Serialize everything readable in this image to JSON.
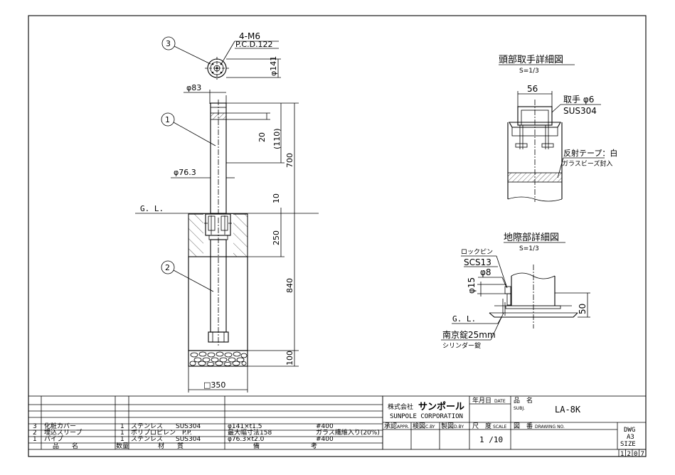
{
  "main_view": {
    "callout_1": "1",
    "callout_2": "2",
    "callout_3": "3",
    "bolt_label": "4-M6",
    "pcd_label": "P.C.D.122",
    "top_diameter": "φ141",
    "cap_diameter": "φ83",
    "pipe_diameter": "φ76.3",
    "dim_20": "20",
    "dim_110": "(110)",
    "dim_700": "700",
    "dim_10": "10",
    "dim_250": "250",
    "dim_840": "840",
    "dim_100": "100",
    "ground_label": "G. L.",
    "base_width": "□350"
  },
  "head_detail": {
    "title": "頭部取手詳細図",
    "scale": "S=1/3",
    "dim_56": "56",
    "handle_label": "取手 φ6",
    "handle_material": "SUS304",
    "tape_label": "反射テープ：白",
    "tape_note": "ガラスビーズ封入"
  },
  "ground_detail": {
    "title": "地際部詳細図",
    "scale": "S=1/3",
    "lockpin_label": "ロックピン",
    "lockpin_material": "SCS13",
    "dim_8": "φ8",
    "dim_15": "φ15",
    "ground_label": "G. L.",
    "dim_50": "50",
    "lock_label": "南京錠25mm",
    "lock_note": "シリンダー錠"
  },
  "parts_table": {
    "headers": {
      "no": "",
      "name": "品　　名",
      "qty": "数量",
      "material": "材　　質",
      "remarks": "備　　　　　　　　考"
    },
    "rows": [
      {
        "no": "3",
        "name": "化粧カバー",
        "qty": "1",
        "material": "ステンレス　　SUS304",
        "spec": "φ141×t1.5",
        "note": "#400"
      },
      {
        "no": "2",
        "name": "埋込スリーブ",
        "qty": "1",
        "material": "ポリプロピレン　P.P.",
        "spec": "最大幅寸法158",
        "note": "ガラス繊維入り(20%)"
      },
      {
        "no": "1",
        "name": "パイプ",
        "qty": "1",
        "material": "ステンレス　　SUS304",
        "spec": "φ76.3×t2.0",
        "note": "#400"
      }
    ]
  },
  "title_block": {
    "company_prefix": "株式会社",
    "company_name": "サンポール",
    "company_en": "SUNPOLE CORPORATION",
    "date_label": "年月日",
    "date_label_en": "DATE",
    "product_label": "品　名",
    "product_label_en": "SUBJ.",
    "product_name": "LA-8K",
    "approved_label": "承認",
    "approved_en": "APPR.",
    "checked_label": "検図",
    "checked_en": "C.BY",
    "drawn_label": "製図",
    "drawn_en": "D.BY",
    "scale_label": "尺　度",
    "scale_en": "SCALE",
    "scale_value": "1 /10",
    "dwg_label": "図　番",
    "dwg_en": "DRAWING NO.",
    "dwg_size_1": "DWG",
    "dwg_size_2": "A3",
    "dwg_size_3": "SIZE",
    "sheet_digits": [
      "1",
      "2",
      "0",
      "7"
    ]
  }
}
